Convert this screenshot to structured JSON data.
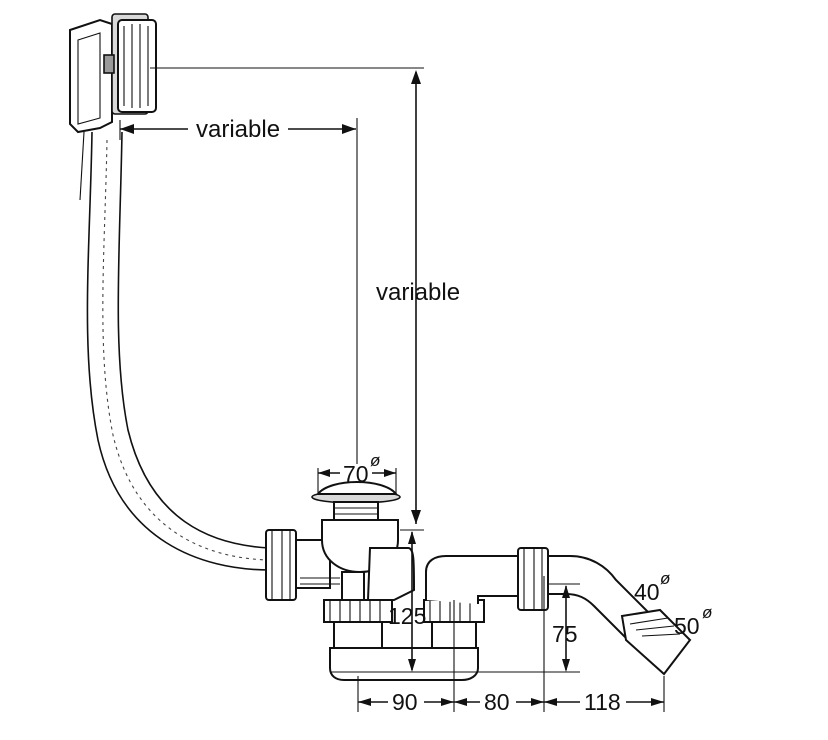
{
  "diagram": {
    "labels": {
      "hose_length": "variable",
      "overflow_height": "variable",
      "drain_diameter": "70",
      "drain_diameter_symbol": "ø",
      "drain_height": "125",
      "trap_height": "75",
      "outlet_diameter_small": "40",
      "outlet_diameter_small_symbol": "ø",
      "outlet_diameter_large": "50",
      "outlet_diameter_large_symbol": "ø",
      "spacing_1": "90",
      "spacing_2": "80",
      "spacing_3": "118"
    }
  }
}
